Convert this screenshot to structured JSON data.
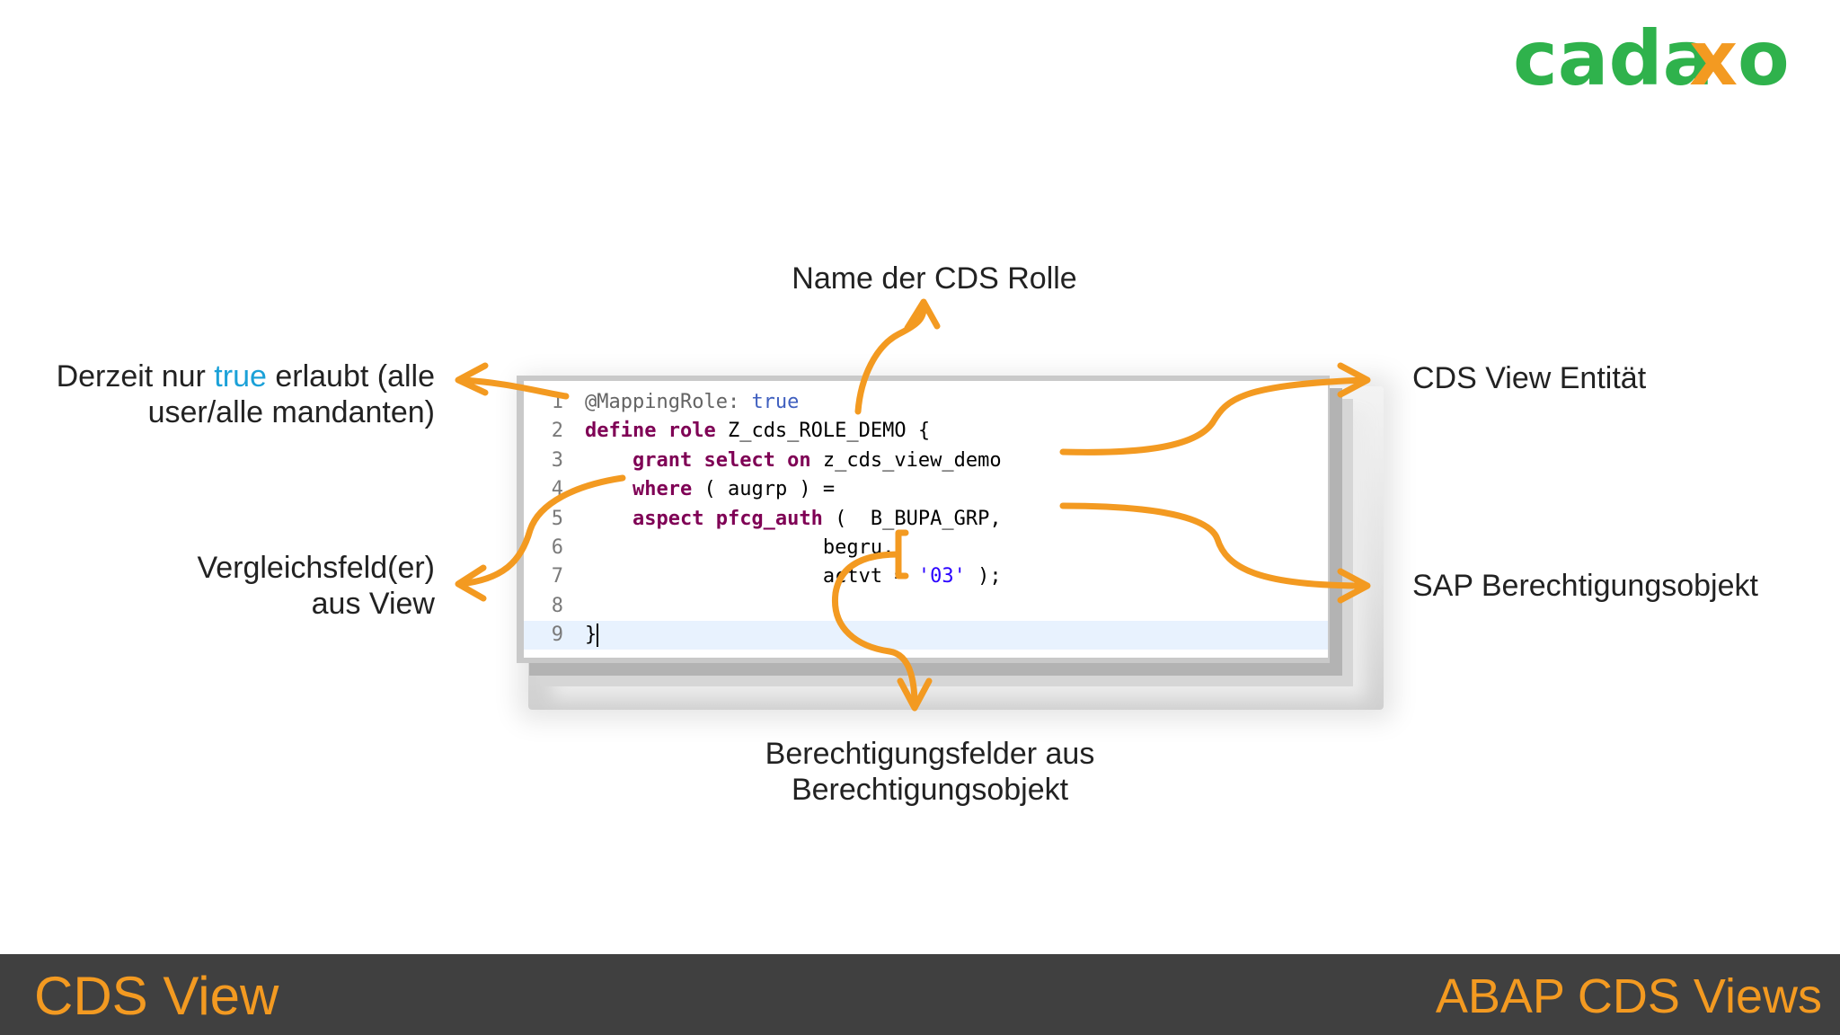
{
  "logo": {
    "text_main": "cada",
    "text_x": "x",
    "text_end": "o",
    "green": "#2fb24c",
    "orange": "#f39a21"
  },
  "code": {
    "lines": [
      {
        "num": "1",
        "parts": [
          {
            "cls": "ann",
            "text": "@MappingRole: "
          },
          {
            "cls": "ann-true",
            "text": "true"
          }
        ]
      },
      {
        "num": "2",
        "parts": [
          {
            "cls": "kw",
            "text": "define role "
          },
          {
            "cls": "plain",
            "text": "Z_cds_ROLE_DEMO {"
          }
        ]
      },
      {
        "num": "3",
        "parts": [
          {
            "cls": "plain",
            "text": "    "
          },
          {
            "cls": "kw",
            "text": "grant select on "
          },
          {
            "cls": "plain",
            "text": "z_cds_view_demo"
          }
        ]
      },
      {
        "num": "4",
        "parts": [
          {
            "cls": "plain",
            "text": "    "
          },
          {
            "cls": "kw",
            "text": "where "
          },
          {
            "cls": "plain",
            "text": "( augrp ) ="
          }
        ]
      },
      {
        "num": "5",
        "parts": [
          {
            "cls": "plain",
            "text": "    "
          },
          {
            "cls": "kw",
            "text": "aspect pfcg_auth "
          },
          {
            "cls": "plain",
            "text": "(  B_BUPA_GRP,"
          }
        ]
      },
      {
        "num": "6",
        "parts": [
          {
            "cls": "plain",
            "text": "                    begru,"
          }
        ]
      },
      {
        "num": "7",
        "parts": [
          {
            "cls": "plain",
            "text": "                    actvt = "
          },
          {
            "cls": "str",
            "text": "'03'"
          },
          {
            "cls": "plain",
            "text": " );"
          }
        ]
      },
      {
        "num": "8",
        "parts": []
      },
      {
        "num": "9",
        "parts": [
          {
            "cls": "plain",
            "text": "}"
          }
        ],
        "current": true
      }
    ]
  },
  "labels": {
    "name_cds_rolle": "Name der CDS Rolle",
    "derzeit_pre": "Derzeit nur ",
    "derzeit_true": "true",
    "derzeit_post": " erlaubt (alle",
    "derzeit_line2": "user/alle mandanten)",
    "cds_view_entitaet": "CDS View Entität",
    "vergleich_line1": "Vergleichsfeld(er)",
    "vergleich_line2": "aus View",
    "sap_objekt": "SAP Berechtigungsobjekt",
    "felder_line1": "Berechtigungsfelder aus",
    "felder_line2": "Berechtigungsobjekt"
  },
  "footer": {
    "left": "CDS View",
    "right": "ABAP CDS Views"
  },
  "colors": {
    "arrow": "#f39a21",
    "footer_bg": "#404040",
    "footer_text": "#f39a21",
    "highlight": "#1ba1d8"
  }
}
